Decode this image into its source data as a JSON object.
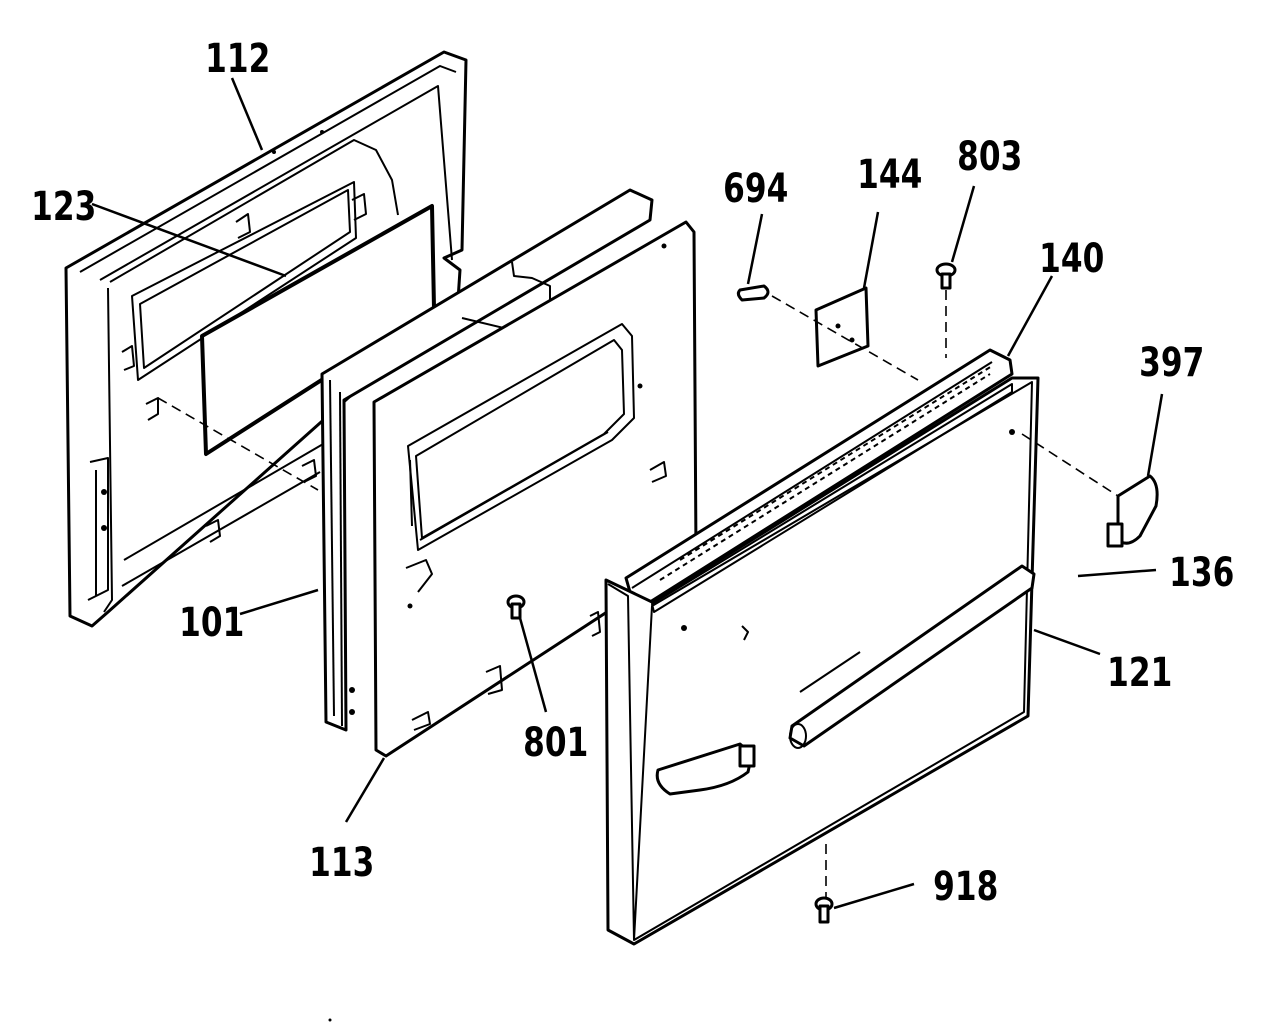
{
  "part_labels": {
    "p101": "101",
    "p112": "112",
    "p113": "113",
    "p121": "121",
    "p123": "123",
    "p136": "136",
    "p140": "140",
    "p144": "144",
    "p397": "397",
    "p694": "694",
    "p801": "801",
    "p803": "803",
    "p918": "918"
  }
}
